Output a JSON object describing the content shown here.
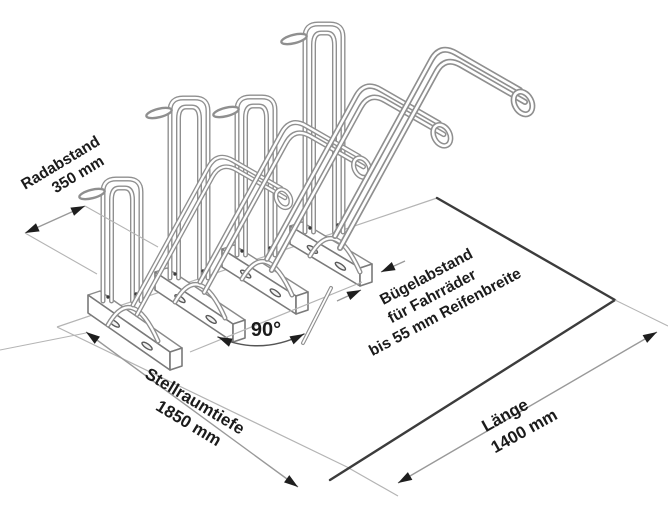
{
  "diagram": {
    "type": "bicycle-rack-dimension-drawing",
    "angle_label": "90°",
    "dimensions": {
      "radabstand": {
        "label": "Radabstand",
        "value": "350 mm"
      },
      "stellraumtiefe": {
        "label": "Stellraumtiefe",
        "value": "1850 mm"
      },
      "laenge": {
        "label": "Länge",
        "value": "1400 mm"
      },
      "buegelabstand": {
        "line1": "Bügelabstand",
        "line2": "für Fahrräder",
        "line3": "bis 55 mm Reifenbreite"
      }
    },
    "colors": {
      "background": "#ffffff",
      "tube": "#8f8f8f",
      "dark_edge": "#3c3c3c",
      "dim_line": "#999999",
      "ext_line": "#b4b4b4",
      "arrow": "#1e1e1e",
      "text": "#1b1b1b"
    }
  }
}
